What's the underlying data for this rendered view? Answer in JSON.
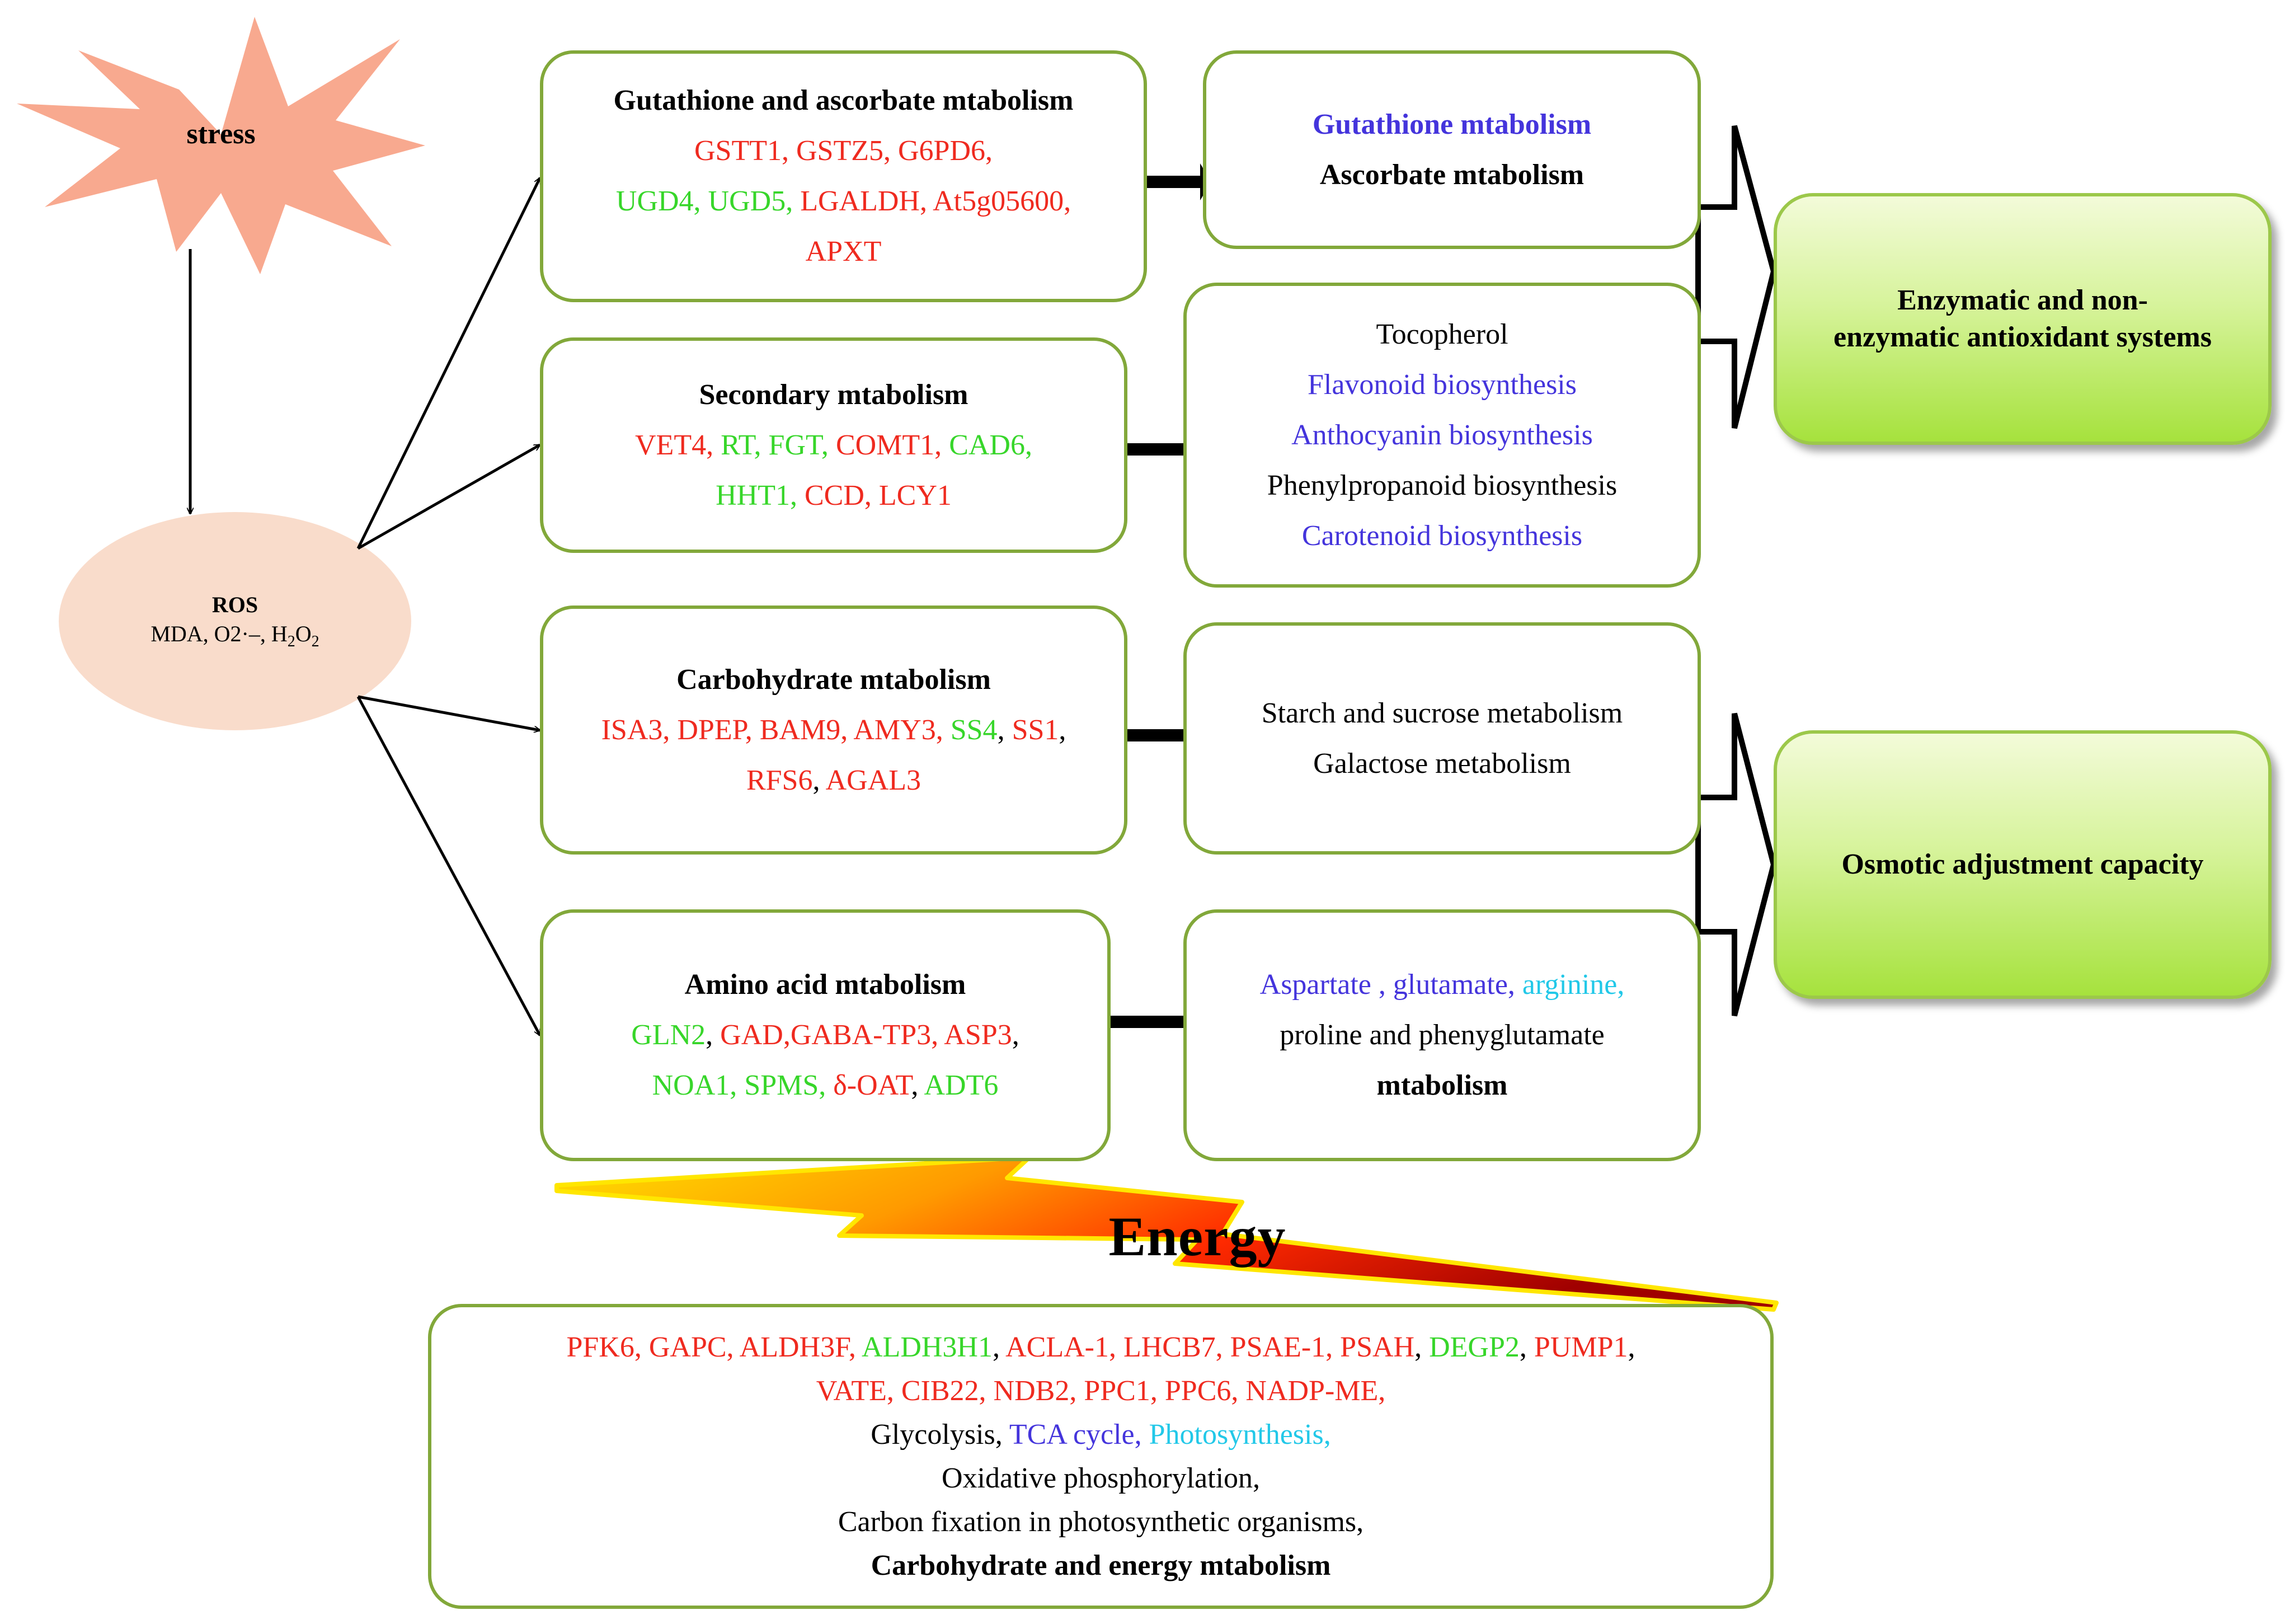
{
  "stress": {
    "label": "stress"
  },
  "ros": {
    "title": "ROS",
    "line": "MDA, O2·–, H",
    "sub1": "2",
    "mid": "O",
    "sub2": "2"
  },
  "gutathione_box": {
    "title": "Gutathione  and  ascorbate mtabolism",
    "genes": [
      [
        {
          "t": "GSTT1, GSTZ5, G6PD6,",
          "c": "red"
        }
      ],
      [
        {
          "t": "UGD4, UGD5, ",
          "c": "green"
        },
        {
          "t": "LGALDH, At5g05600,",
          "c": "red"
        }
      ],
      [
        {
          "t": "APXT",
          "c": "red"
        }
      ]
    ]
  },
  "gutathione_pathways": {
    "lines": [
      {
        "t": "Gutathione mtabolism",
        "c": "blue",
        "bold": true
      },
      {
        "t": "Ascorbate mtabolism",
        "c": "black",
        "bold": true
      }
    ]
  },
  "secondary_box": {
    "title": "Secondary  mtabolism",
    "genes": [
      [
        {
          "t": "VET4, ",
          "c": "red"
        },
        {
          "t": "RT, FGT, ",
          "c": "green"
        },
        {
          "t": "COMT1, ",
          "c": "red"
        },
        {
          "t": "CAD6,",
          "c": "green"
        }
      ],
      [
        {
          "t": "HHT1, ",
          "c": "green"
        },
        {
          "t": "CCD, LCY1",
          "c": "red"
        }
      ]
    ]
  },
  "secondary_pathways": {
    "lines": [
      {
        "t": "Tocopherol",
        "c": "black"
      },
      {
        "t": "Flavonoid biosynthesis",
        "c": "blue"
      },
      {
        "t": "Anthocyanin biosynthesis",
        "c": "blue"
      },
      {
        "t": "Phenylpropanoid biosynthesis",
        "c": "black"
      },
      {
        "t": "Carotenoid biosynthesis",
        "c": "blue"
      }
    ]
  },
  "carbohydrate_box": {
    "title": "Carbohydrate  mtabolism",
    "genes": [
      [
        {
          "t": "ISA3, DPEP, BAM9, AMY3, ",
          "c": "red"
        },
        {
          "t": "SS4",
          "c": "green"
        },
        {
          "t": ", ",
          "c": "black"
        },
        {
          "t": "SS1",
          "c": "red"
        },
        {
          "t": ",",
          "c": "black"
        }
      ],
      [
        {
          "t": "RFS6",
          "c": "red"
        },
        {
          "t": ",  ",
          "c": "black"
        },
        {
          "t": "AGAL3",
          "c": "red"
        }
      ]
    ]
  },
  "carbohydrate_pathways": {
    "lines": [
      {
        "t": "Starch and sucrose metabolism",
        "c": "black"
      },
      {
        "t": "Galactose metabolism",
        "c": "black"
      }
    ]
  },
  "amino_box": {
    "title": "Amino acid mtabolism",
    "genes": [
      [
        {
          "t": "GLN2",
          "c": "green"
        },
        {
          "t": ", ",
          "c": "black"
        },
        {
          "t": "GAD,GABA-TP3, ASP3",
          "c": "red"
        },
        {
          "t": ",",
          "c": "black"
        }
      ],
      [
        {
          "t": "NOA1, SPMS, ",
          "c": "green"
        },
        {
          "t": "δ-OAT",
          "c": "red"
        },
        {
          "t": ", ",
          "c": "black"
        },
        {
          "t": "ADT6",
          "c": "green"
        }
      ]
    ]
  },
  "amino_pathways": {
    "lines": [
      [
        {
          "t": "Aspartate , glutamate, ",
          "c": "blue"
        },
        {
          "t": "arginine,",
          "c": "cyan"
        }
      ],
      [
        {
          "t": "proline and phenyglutamate",
          "c": "black"
        }
      ],
      [
        {
          "t": "mtabolism",
          "c": "black",
          "bold": true
        }
      ]
    ]
  },
  "antioxidant_outcome": {
    "lines": [
      "Enzymatic  and non-",
      "enzymatic antioxidant systems"
    ]
  },
  "osmotic_outcome": {
    "lines": [
      "Osmotic adjustment capacity"
    ]
  },
  "energy": {
    "label": "Energy"
  },
  "energy_box": {
    "lines": [
      [
        {
          "t": "PFK6,  GAPC, ALDH3F, ",
          "c": "red"
        },
        {
          "t": "ALDH3H1",
          "c": "green"
        },
        {
          "t": ", ",
          "c": "black"
        },
        {
          "t": "ACLA-1, LHCB7, PSAE-1, PSAH",
          "c": "red"
        },
        {
          "t": ", ",
          "c": "black"
        },
        {
          "t": "DEGP2",
          "c": "green"
        },
        {
          "t": ", ",
          "c": "black"
        },
        {
          "t": "PUMP1",
          "c": "red"
        },
        {
          "t": ",",
          "c": "black"
        }
      ],
      [
        {
          "t": "VATE, CIB22, NDB2, PPC1, PPC6, NADP-ME,",
          "c": "red"
        }
      ],
      [
        {
          "t": "Glycolysis, ",
          "c": "black"
        },
        {
          "t": "TCA cycle, ",
          "c": "blue"
        },
        {
          "t": "Photosynthesis,",
          "c": "cyan"
        }
      ],
      [
        {
          "t": "Oxidative phosphorylation,",
          "c": "black"
        }
      ],
      [
        {
          "t": "Carbon fixation in photosynthetic organisms,",
          "c": "black"
        }
      ],
      [
        {
          "t": "Carbohydrate  and energy mtabolism",
          "c": "black",
          "bold": true
        }
      ]
    ]
  },
  "colors": {
    "gene_up": "#ef2a1f",
    "gene_down": "#37d62a",
    "pathway_blue": "#4434dc",
    "pathway_cyan": "#22c8e8",
    "box_border": "#82a83a",
    "stress_fill": "#f8a98f",
    "ros_fill": "#f9dccb"
  }
}
